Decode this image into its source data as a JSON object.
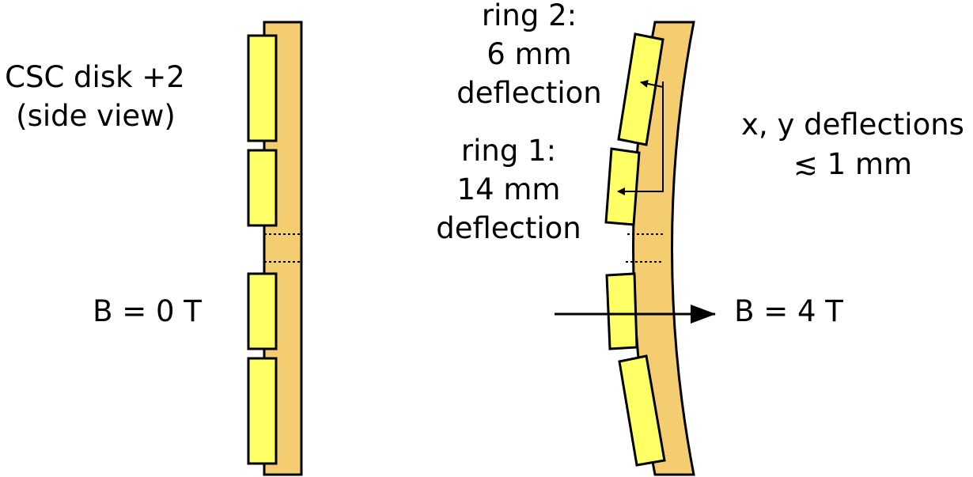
{
  "labels": {
    "disk_line1": "CSC disk +2",
    "disk_line2": "(side view)",
    "field_left": "B = 0 T",
    "field_right": "B = 4 T",
    "ring2_line1": "ring 2:",
    "ring2_line2": "6 mm",
    "ring2_line3": "deflection",
    "ring1_line1": "ring 1:",
    "ring1_line2": "14 mm",
    "ring1_line3": "deflection",
    "xy_line1": "x, y deflections",
    "xy_line2": "≲ 1 mm"
  },
  "colors": {
    "disk": "#f5cd71",
    "chamber": "#ffff66",
    "stroke": "#000000"
  }
}
